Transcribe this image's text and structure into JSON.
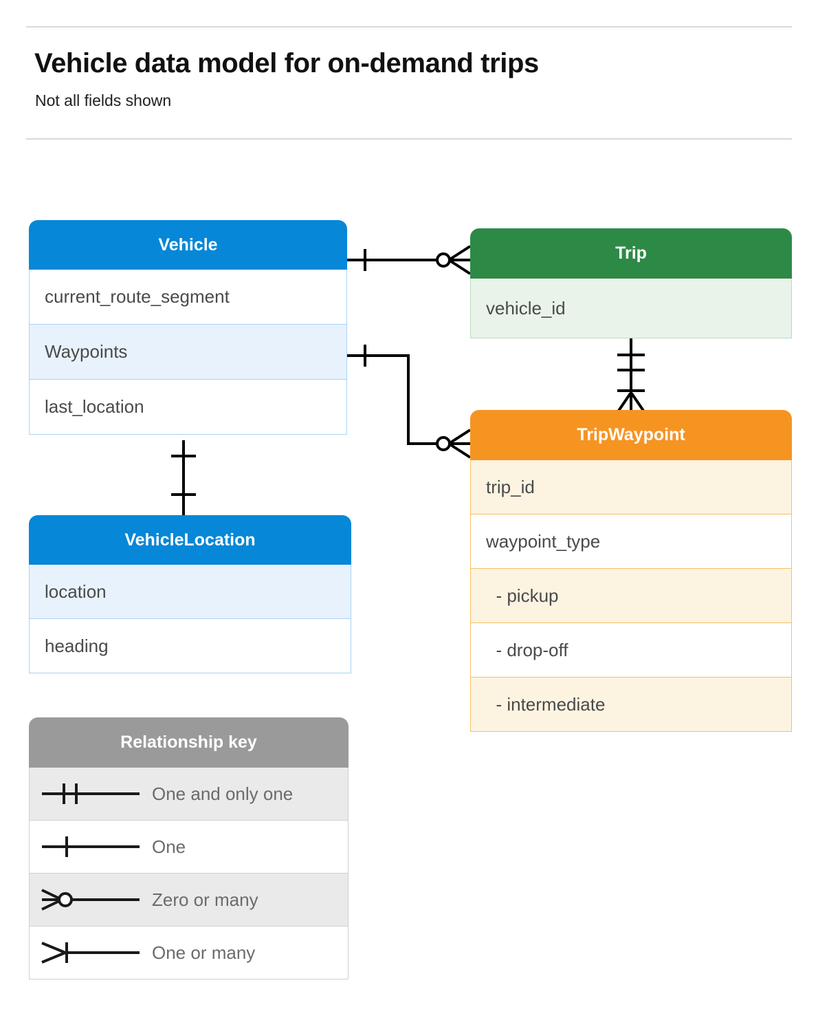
{
  "header": {
    "title": "Vehicle data model for on-demand trips",
    "subtitle": "Not all fields shown"
  },
  "colors": {
    "blue": "#0687d7",
    "blue_row_highlight": "#e8f2fd",
    "green": "#2d8a46",
    "green_row_highlight": "#e9f3ea",
    "orange": "#f69422",
    "orange_row_highlight": "#fdf3e1",
    "gray": "#9a9a9a",
    "gray_row_highlight": "#eaeaea",
    "connector": "#000000",
    "rule": "#d8d8d8"
  },
  "entities": {
    "vehicle": {
      "name": "Vehicle",
      "rows": [
        {
          "label": "current_route_segment",
          "highlight": false
        },
        {
          "label": "Waypoints",
          "highlight": true
        },
        {
          "label": "last_location",
          "highlight": false
        }
      ]
    },
    "trip": {
      "name": "Trip",
      "rows": [
        {
          "label": "vehicle_id",
          "highlight": true
        }
      ]
    },
    "trip_waypoint": {
      "name": "TripWaypoint",
      "rows": [
        {
          "label": "trip_id",
          "highlight": true
        },
        {
          "label": "waypoint_type",
          "highlight": false
        },
        {
          "label": "  - pickup",
          "highlight": true
        },
        {
          "label": "  - drop-off",
          "highlight": false
        },
        {
          "label": "  - intermediate",
          "highlight": true
        }
      ]
    },
    "vehicle_location": {
      "name": "VehicleLocation",
      "rows": [
        {
          "label": "location",
          "highlight": true
        },
        {
          "label": "heading",
          "highlight": false
        }
      ]
    }
  },
  "legend": {
    "title": "Relationship key",
    "items": [
      {
        "symbol": "one-and-only-one",
        "label": "One and only one",
        "highlight": true
      },
      {
        "symbol": "one",
        "label": "One",
        "highlight": false
      },
      {
        "symbol": "zero-or-many",
        "label": "Zero or many",
        "highlight": true
      },
      {
        "symbol": "one-or-many",
        "label": "One or many",
        "highlight": false
      }
    ]
  },
  "relationships": [
    {
      "from": "Vehicle",
      "to": "Trip",
      "from_cardinality": "one",
      "to_cardinality": "zero-or-many"
    },
    {
      "from": "Vehicle.Waypoints",
      "to": "TripWaypoint",
      "from_cardinality": "one",
      "to_cardinality": "zero-or-many"
    },
    {
      "from": "Trip",
      "to": "TripWaypoint",
      "from_cardinality": "one-and-only-one",
      "to_cardinality": "one-or-many"
    },
    {
      "from": "Vehicle",
      "to": "VehicleLocation",
      "from_cardinality": "one",
      "to_cardinality": "one"
    }
  ]
}
